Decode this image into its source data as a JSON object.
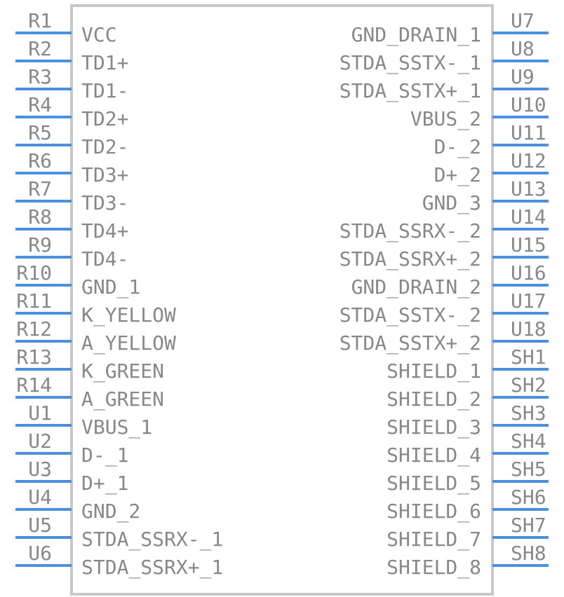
{
  "component": {
    "body_color": "#c8c8c8",
    "pin_color": "#4a8fe0",
    "text_color": "#888888"
  },
  "left_pins": [
    {
      "number": "R1",
      "label": "VCC"
    },
    {
      "number": "R2",
      "label": "TD1+"
    },
    {
      "number": "R3",
      "label": "TD1-"
    },
    {
      "number": "R4",
      "label": "TD2+"
    },
    {
      "number": "R5",
      "label": "TD2-"
    },
    {
      "number": "R6",
      "label": "TD3+"
    },
    {
      "number": "R7",
      "label": "TD3-"
    },
    {
      "number": "R8",
      "label": "TD4+"
    },
    {
      "number": "R9",
      "label": "TD4-"
    },
    {
      "number": "R10",
      "label": "GND_1"
    },
    {
      "number": "R11",
      "label": "K_YELLOW"
    },
    {
      "number": "R12",
      "label": "A_YELLOW"
    },
    {
      "number": "R13",
      "label": "K_GREEN"
    },
    {
      "number": "R14",
      "label": "A_GREEN"
    },
    {
      "number": "U1",
      "label": "VBUS_1"
    },
    {
      "number": "U2",
      "label": "D-_1"
    },
    {
      "number": "U3",
      "label": "D+_1"
    },
    {
      "number": "U4",
      "label": "GND_2"
    },
    {
      "number": "U5",
      "label": "STDA_SSRX-_1"
    },
    {
      "number": "U6",
      "label": "STDA_SSRX+_1"
    }
  ],
  "right_pins": [
    {
      "number": "U7",
      "label": "GND_DRAIN_1"
    },
    {
      "number": "U8",
      "label": "STDA_SSTX-_1"
    },
    {
      "number": "U9",
      "label": "STDA_SSTX+_1"
    },
    {
      "number": "U10",
      "label": "VBUS_2"
    },
    {
      "number": "U11",
      "label": "D-_2"
    },
    {
      "number": "U12",
      "label": "D+_2"
    },
    {
      "number": "U13",
      "label": "GND_3"
    },
    {
      "number": "U14",
      "label": "STDA_SSRX-_2"
    },
    {
      "number": "U15",
      "label": "STDA_SSRX+_2"
    },
    {
      "number": "U16",
      "label": "GND_DRAIN_2"
    },
    {
      "number": "U17",
      "label": "STDA_SSTX-_2"
    },
    {
      "number": "U18",
      "label": "STDA_SSTX+_2"
    },
    {
      "number": "SH1",
      "label": "SHIELD_1"
    },
    {
      "number": "SH2",
      "label": "SHIELD_2"
    },
    {
      "number": "SH3",
      "label": "SHIELD_3"
    },
    {
      "number": "SH4",
      "label": "SHIELD_4"
    },
    {
      "number": "SH5",
      "label": "SHIELD_5"
    },
    {
      "number": "SH6",
      "label": "SHIELD_6"
    },
    {
      "number": "SH7",
      "label": "SHIELD_7"
    },
    {
      "number": "SH8",
      "label": "SHIELD_8"
    }
  ]
}
